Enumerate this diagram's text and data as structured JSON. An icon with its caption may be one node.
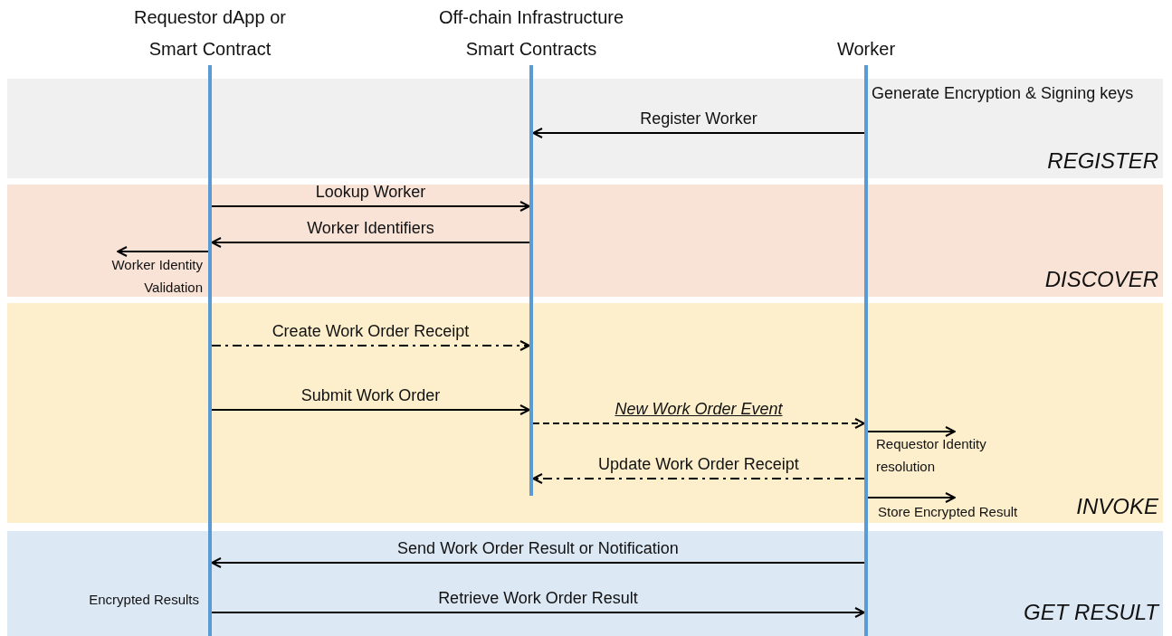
{
  "diagram": {
    "nodes": [
      {
        "text": [
          "Requestor dApp or Smart Contract"
        ]
      },
      {
        "text": [
          "Off-chain Infrastructure Smart Contracts"
        ]
      },
      {
        "text": [
          "Worker"
        ]
      }
    ],
    "edges": [
      {
        "from": 2,
        "to": 1,
        "arrow": "to",
        "label": "Register Worker"
      },
      {
        "from": 0,
        "to": 1,
        "arrow": "to",
        "label": "Lookup Worker"
      },
      {
        "from": 1,
        "to": 0,
        "arrow": "to",
        "label": "Worker Identifiers"
      },
      {
        "from": 0,
        "to": null,
        "arrow": "to",
        "label": "Worker Identity Validation"
      },
      {
        "from": 0,
        "to": 1,
        "arrow": "to",
        "label": "Create Work Order Receipt",
        "style": "dashed"
      },
      {
        "from": 0,
        "to": 1,
        "arrow": "to",
        "label": "Submit Work Order"
      },
      {
        "from": 1,
        "to": 2,
        "arrow": "to",
        "label": "New Work Order Event",
        "style": "dashed"
      },
      {
        "from": 2,
        "to": null,
        "arrow": "to",
        "label": "Requestor Identity resolution"
      },
      {
        "from": 2,
        "to": 1,
        "arrow": "to",
        "label": "Update Work Order Receipt",
        "style": "dashed"
      },
      {
        "from": 2,
        "to": null,
        "arrow": "to",
        "label": "Store Encrypted Result"
      },
      {
        "from": 2,
        "to": 0,
        "arrow": "to",
        "label": "Send Work Order Result or Notification"
      },
      {
        "from": 0,
        "to": 2,
        "arrow": "to",
        "label": "Retrieve Work Order Result"
      }
    ],
    "labels": [
      "Generate Encryption & Signing keys",
      "REGISTER",
      "DISCOVER",
      "INVOKE",
      "Encrypted Results",
      "GET RESULT"
    ]
  }
}
